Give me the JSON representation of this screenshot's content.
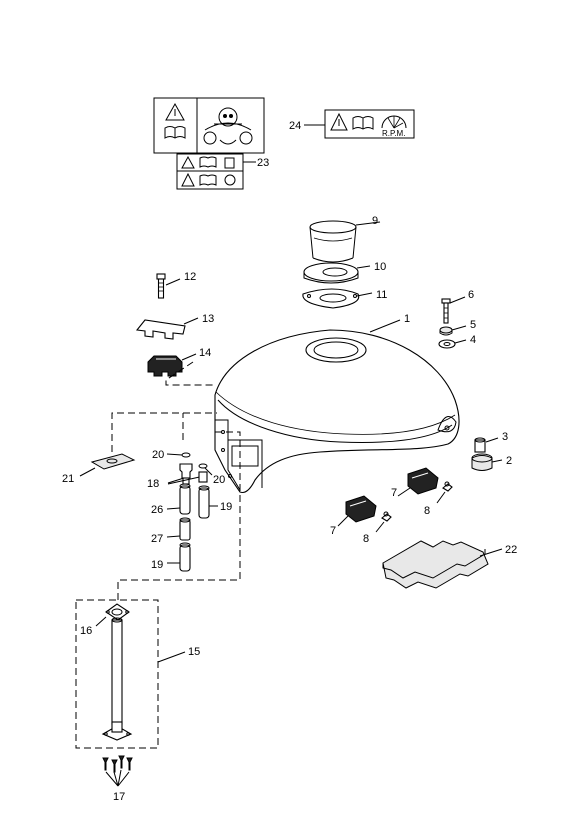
{
  "callouts": {
    "c1": "1",
    "c2": "2",
    "c3": "3",
    "c4": "4",
    "c5": "5",
    "c6": "6",
    "c7a": "7",
    "c7b": "7",
    "c8a": "8",
    "c8b": "8",
    "c9": "9",
    "c10": "10",
    "c11": "11",
    "c12": "12",
    "c13": "13",
    "c14": "14",
    "c15": "15",
    "c16": "16",
    "c17": "17",
    "c18": "18",
    "c19a": "19",
    "c19b": "19",
    "c20a": "20",
    "c20b": "20",
    "c21": "21",
    "c22": "22",
    "c23": "23",
    "c24": "24",
    "c26": "26",
    "c27": "27"
  },
  "labels": {
    "rpm_text": "R.P.M."
  }
}
